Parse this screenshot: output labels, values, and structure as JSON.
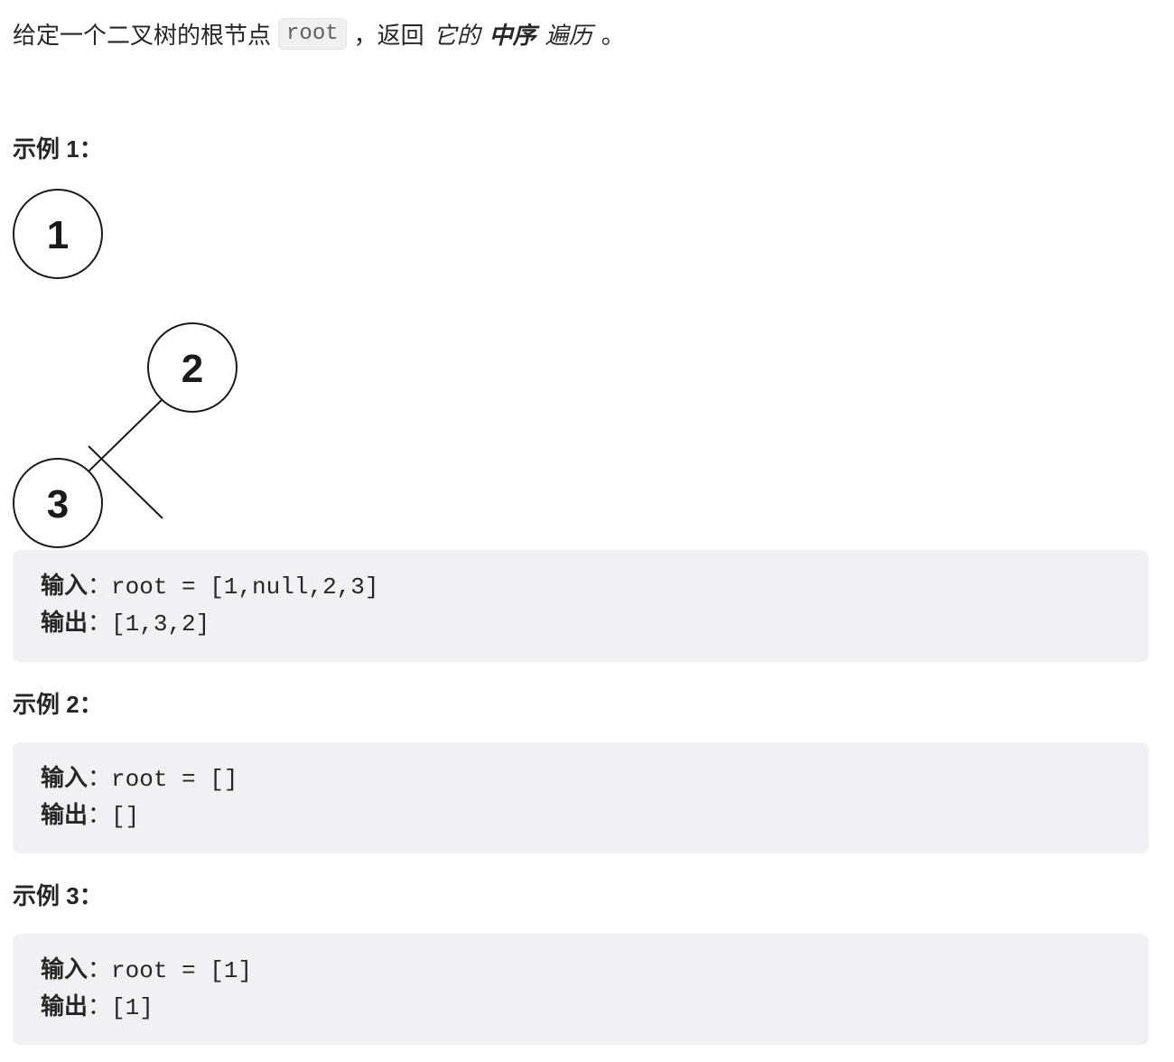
{
  "intro": {
    "text_before": "给定一个二叉树的根节点",
    "code": "root",
    "comma": "，",
    "text_return": "返回",
    "its": "它的",
    "inorder": "中序",
    "traversal": "遍历",
    "period": "。"
  },
  "examples": [
    {
      "heading": "示例",
      "number": "1",
      "colon": "：",
      "input_label": "输入",
      "output_label": "输出",
      "sep": "：",
      "input_value": "root = [1,null,2,3]",
      "output_value": "[1,3,2]"
    },
    {
      "heading": "示例",
      "number": "2",
      "colon": "：",
      "input_label": "输入",
      "output_label": "输出",
      "sep": "：",
      "input_value": "root = []",
      "output_value": "[]"
    },
    {
      "heading": "示例",
      "number": "3",
      "colon": "：",
      "input_label": "输入",
      "output_label": "输出",
      "sep": "：",
      "input_value": "root = [1]",
      "output_value": "[1]"
    }
  ],
  "tree": {
    "nodes": [
      {
        "value": "1"
      },
      {
        "value": "2"
      },
      {
        "value": "3"
      }
    ]
  }
}
